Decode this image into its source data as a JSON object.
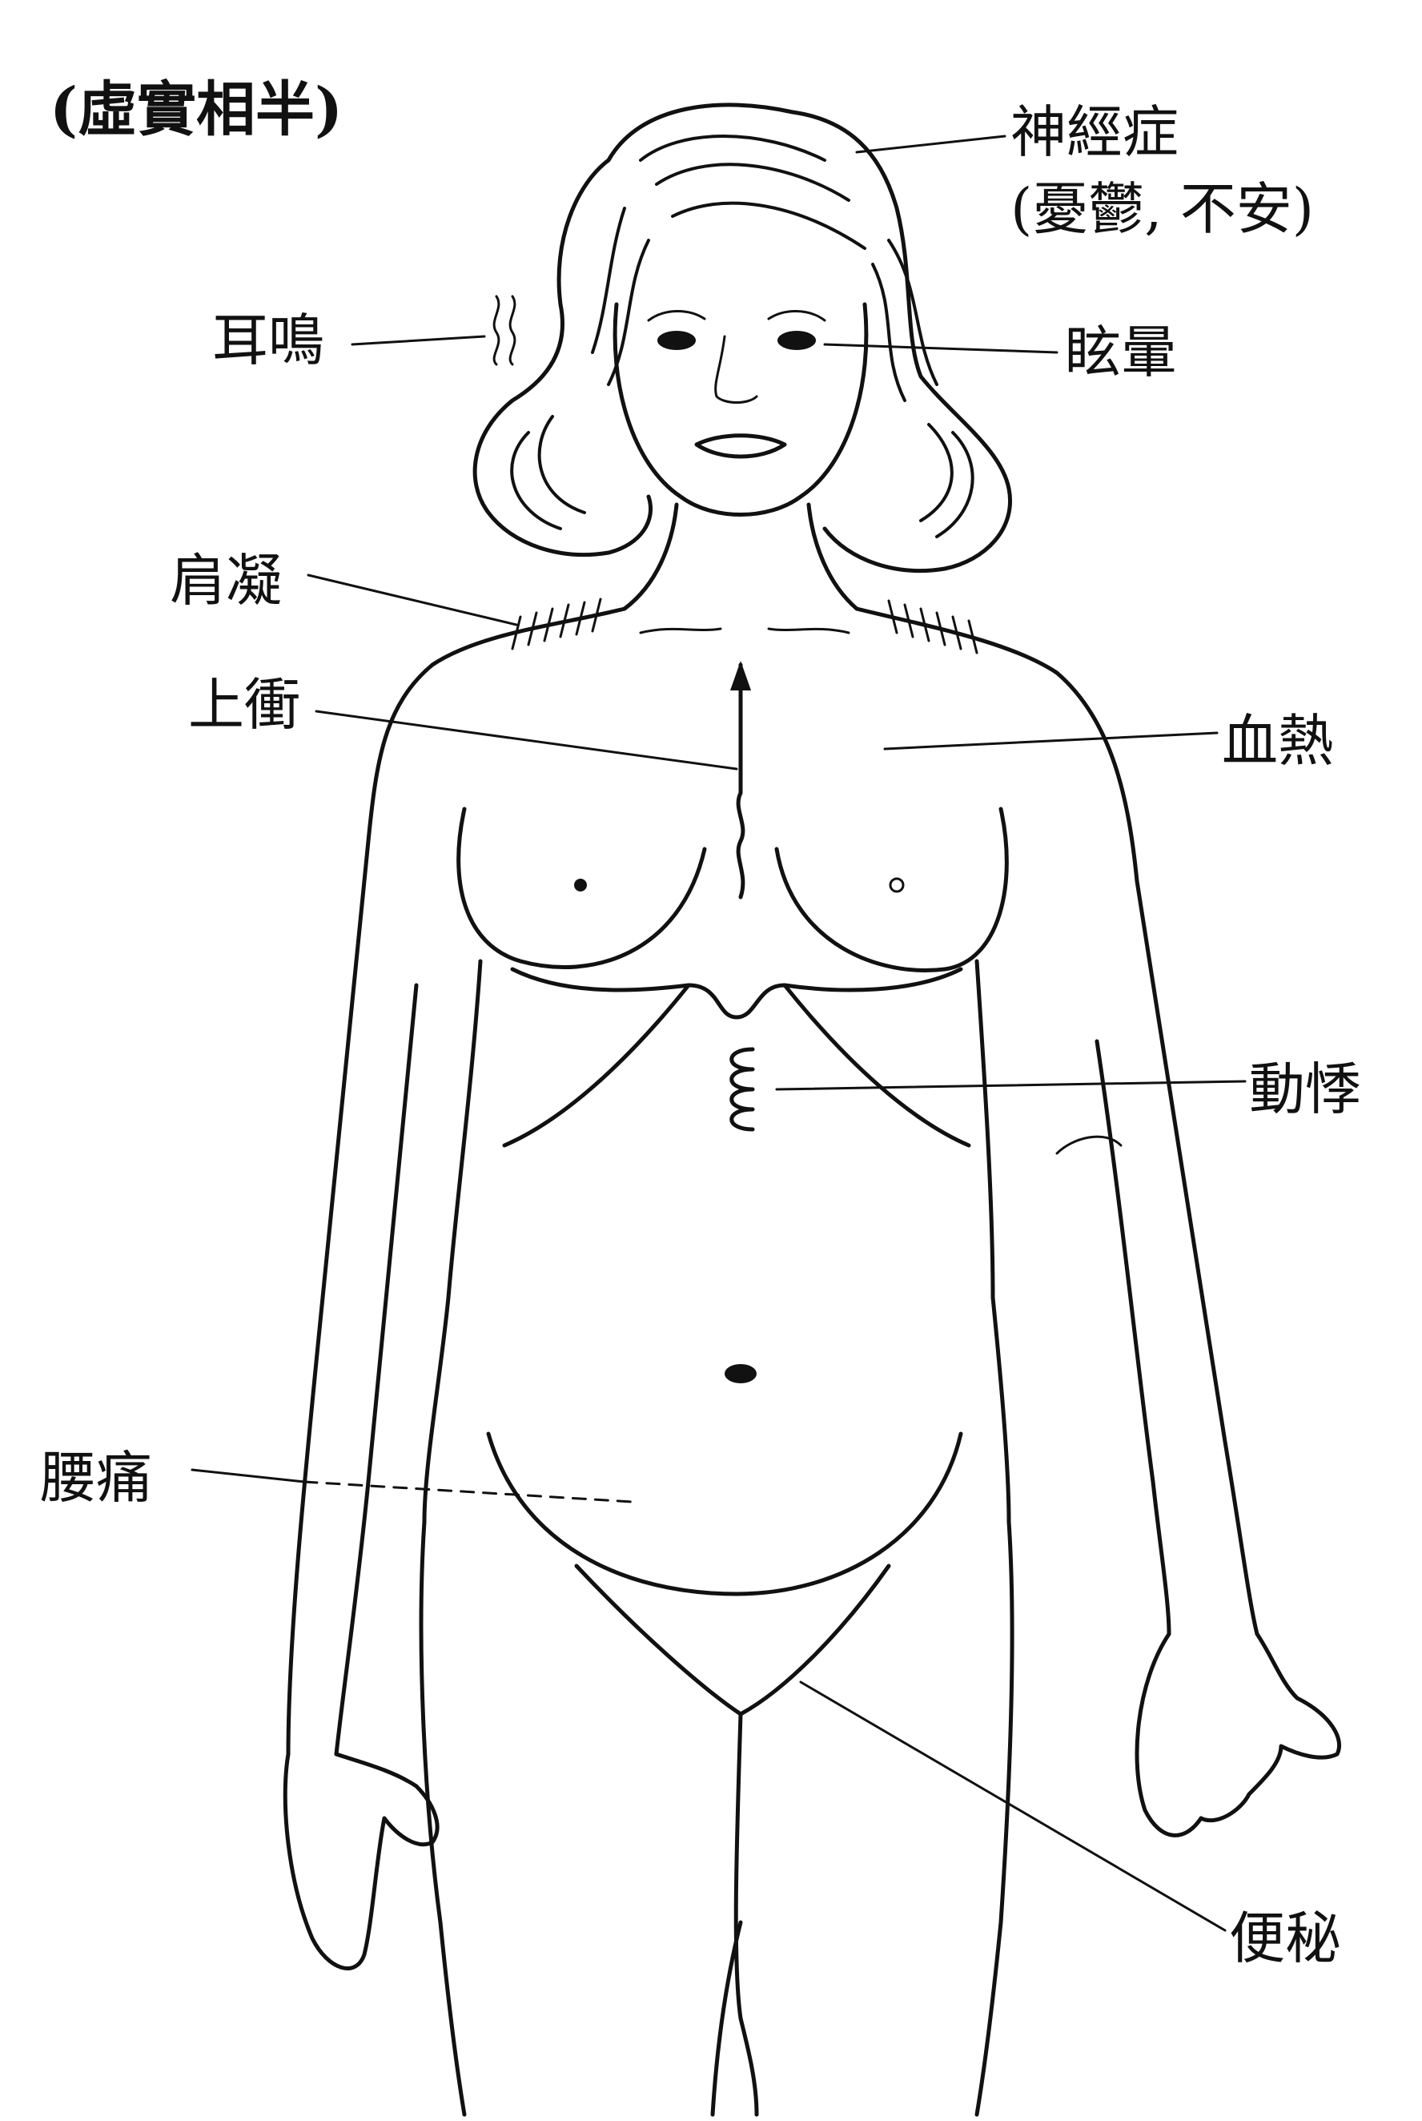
{
  "title": "(虛實相半)",
  "labels": {
    "neurosis_line1": "神經症",
    "neurosis_line2": "(憂鬱, 不安)",
    "tinnitus": "耳鳴",
    "dizziness": "眩暈",
    "stiff_shoulder": "肩凝",
    "upward_rush": "上衝",
    "blood_heat": "血熱",
    "palpitation": "動悸",
    "back_pain": "腰痛",
    "constipation": "便秘"
  }
}
